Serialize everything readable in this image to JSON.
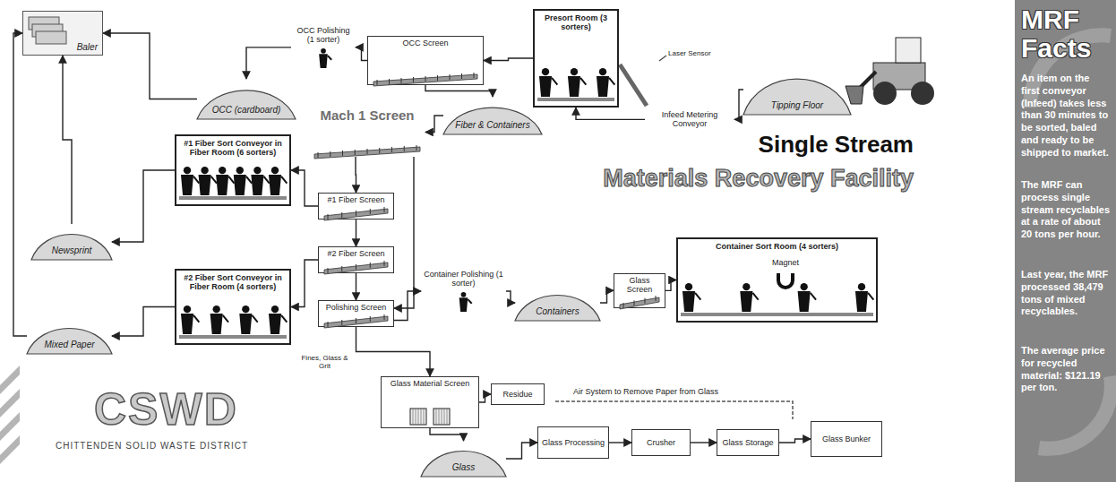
{
  "diagram": {
    "title": "Single Stream",
    "nodes": [
      {
        "text": [
          "Baler"
        ]
      },
      {
        "text": [
          "OCC (cardboard)"
        ]
      },
      {
        "text": [
          "OCC Polishing (1 sorter)"
        ]
      },
      {
        "text": [
          "OCC Screen"
        ]
      },
      {
        "text": [
          "Presort Room (3 sorters)"
        ]
      },
      {
        "text": [
          "Infeed Metering Conveyor"
        ]
      },
      {
        "text": [
          "Tipping Floor"
        ]
      },
      {
        "text": [
          "Fiber & Containers"
        ]
      },
      {
        "text": [
          "Mach 1 Screen"
        ]
      },
      {
        "text": [
          "#1 Fiber Sort Conveyor in Fiber Room (6 sorters)"
        ]
      },
      {
        "text": [
          "Newsprint"
        ]
      },
      {
        "text": [
          "#1 Fiber Screen"
        ]
      },
      {
        "text": [
          "#2 Fiber Screen"
        ]
      },
      {
        "text": [
          "#2 Fiber Sort Conveyor in Fiber Room (4 sorters)"
        ]
      },
      {
        "text": [
          "Polishing Screen"
        ]
      },
      {
        "text": [
          "Mixed Paper"
        ]
      },
      {
        "text": [
          "Container Polishing (1 sorter)"
        ]
      },
      {
        "text": [
          "Containers"
        ]
      },
      {
        "text": [
          "Glass Screen"
        ]
      },
      {
        "text": [
          "Container Sort Room (4 sorters)"
        ]
      },
      {
        "text": [
          "Magnet"
        ],
        "in": 19
      },
      {
        "text": [
          "Glass Material Screen"
        ]
      },
      {
        "text": [
          "Residue"
        ]
      },
      {
        "text": [
          "Glass"
        ]
      },
      {
        "text": [
          "Glass Processing"
        ]
      },
      {
        "text": [
          "Crusher"
        ]
      },
      {
        "text": [
          "Glass Storage"
        ]
      },
      {
        "text": [
          "Glass Bunker"
        ]
      }
    ],
    "edges": [
      {
        "from": 6,
        "to": 5,
        "arrow": "to"
      },
      {
        "from": 5,
        "to": 4,
        "arrow": "to"
      },
      {
        "from": 4,
        "to": 3,
        "arrow": "to"
      },
      {
        "from": 3,
        "to": 2,
        "arrow": "to"
      },
      {
        "from": 2,
        "to": 1,
        "arrow": "to"
      },
      {
        "from": 1,
        "to": 0,
        "arrow": "to"
      },
      {
        "from": 3,
        "to": 7,
        "arrow": "to"
      },
      {
        "from": 7,
        "to": 8,
        "arrow": "to"
      },
      {
        "from": 8,
        "to": 11,
        "arrow": "to"
      },
      {
        "from": 8,
        "to": 14,
        "arrow": "to"
      },
      {
        "from": 11,
        "to": 9,
        "arrow": "to"
      },
      {
        "from": 11,
        "to": 12,
        "arrow": "to"
      },
      {
        "from": 12,
        "to": 13,
        "arrow": "to"
      },
      {
        "from": 12,
        "to": 14,
        "arrow": "to"
      },
      {
        "from": 9,
        "to": 10,
        "arrow": "to"
      },
      {
        "from": 13,
        "to": 15,
        "arrow": "to"
      },
      {
        "from": 10,
        "to": 0,
        "arrow": "to"
      },
      {
        "from": 15,
        "to": 0,
        "arrow": "to"
      },
      {
        "from": 14,
        "to": 16,
        "arrow": "to"
      },
      {
        "from": 16,
        "to": 17,
        "arrow": "to"
      },
      {
        "from": 17,
        "to": 18,
        "arrow": "to"
      },
      {
        "from": 18,
        "to": 19,
        "arrow": "to"
      },
      {
        "from": 14,
        "to": 21,
        "arrow": "to"
      },
      {
        "from": 21,
        "to": 22,
        "arrow": "to"
      },
      {
        "from": 21,
        "to": 23,
        "arrow": "to"
      },
      {
        "from": 23,
        "to": 24,
        "arrow": "to"
      },
      {
        "from": 24,
        "to": 25,
        "arrow": "to"
      },
      {
        "from": 25,
        "to": 26,
        "arrow": "to"
      },
      {
        "from": 26,
        "to": 27,
        "arrow": "to"
      }
    ],
    "labels": [
      "Materials Recovery Facility",
      "Laser Sensor",
      "Fines, Glass & Grit",
      "Air System to Remove Paper from Glass",
      "CSWD",
      "CHITTENDEN SOLID WASTE DISTRICT",
      "MRF Facts",
      "An item on the first conveyor (Infeed) takes less than 30 minutes to be sorted, baled and ready to be shipped to market.",
      "The MRF can process single stream recyclables at a rate of about 20 tons per hour.",
      "Last year, the MRF processed 38,479 tons of mixed recyclables.",
      "The average price for recycled material: $121.19 per ton."
    ]
  }
}
